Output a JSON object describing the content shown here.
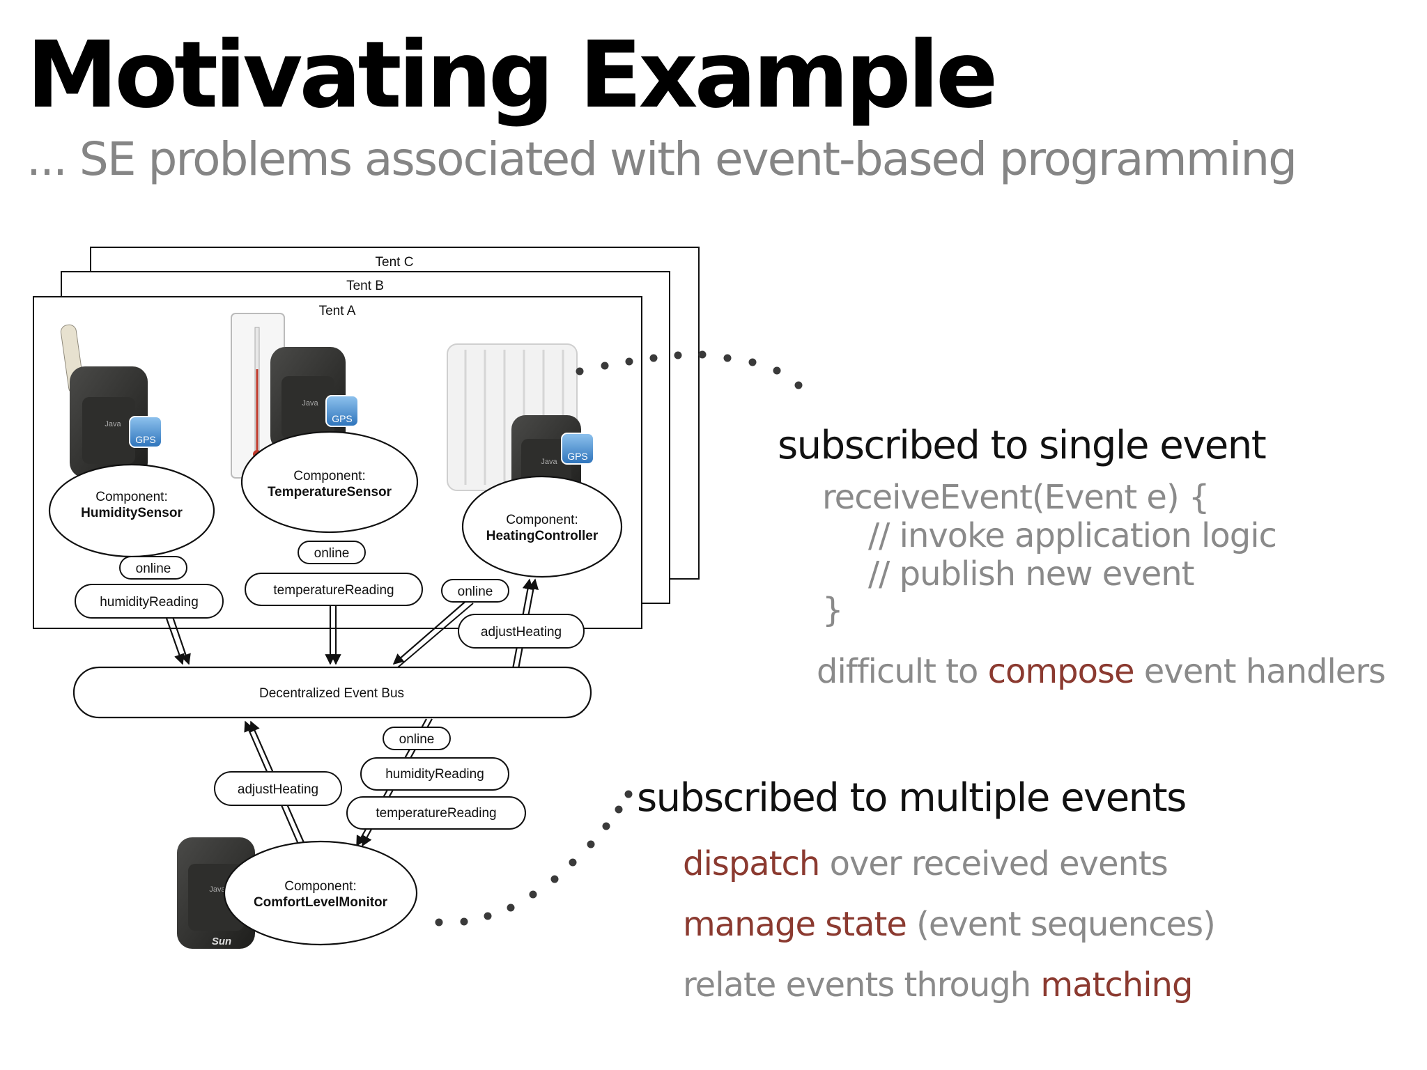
{
  "slide": {
    "title": "Motivating Example",
    "subtitle": "... SE problems associated with event-based programming"
  },
  "diagram": {
    "tents": [
      "Tent C",
      "Tent B",
      "Tent A"
    ],
    "components": {
      "humidity": {
        "prefix": "Component:",
        "name": "HumiditySensor"
      },
      "temperature": {
        "prefix": "Component:",
        "name": "TemperatureSensor"
      },
      "heating": {
        "prefix": "Component:",
        "name": "HeatingController"
      },
      "comfort": {
        "prefix": "Component:",
        "name": "ComfortLevelMonitor"
      }
    },
    "bus": "Decentralized Event Bus",
    "events": {
      "online": "online",
      "humidityReading": "humidityReading",
      "temperatureReading": "temperatureReading",
      "adjustHeating": "adjustHeating"
    },
    "badges": {
      "gps": "GPS",
      "java": "Java",
      "sun": "Sun"
    }
  },
  "single": {
    "heading": "subscribed to single event",
    "code": [
      "receiveEvent(Event e) {",
      "// invoke application logic",
      "// publish new event",
      "}"
    ],
    "note_pre": "difficult to ",
    "note_accent": "compose",
    "note_post": " event handlers"
  },
  "multiple": {
    "heading": "subscribed to multiple events",
    "line1_accent": "dispatch",
    "line1_rest": " over received events",
    "line2_accent": "manage state",
    "line2_rest": " (event sequences)",
    "line3_pre": "relate events through ",
    "line3_accent": "matching"
  },
  "colors": {
    "accent": "#8b3a30",
    "muted": "#8a8a8a",
    "title": "#000000"
  }
}
